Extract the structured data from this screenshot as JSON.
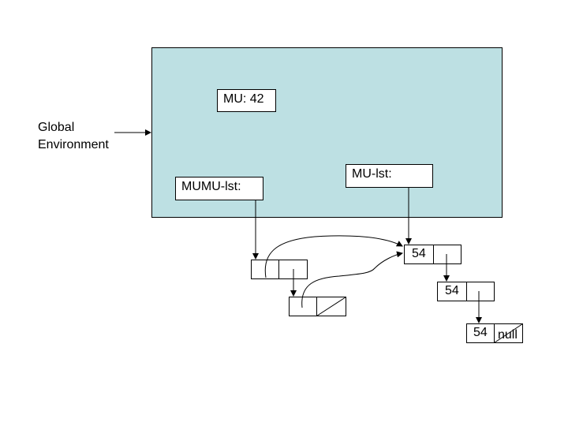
{
  "global_env": {
    "label_line1": "Global",
    "label_line2": "Environment",
    "background_color": "#bde0e3"
  },
  "bindings": {
    "mu": "MU: 42",
    "mumu_lst": "MUMU-lst:",
    "mu_lst": "MU-lst:"
  },
  "list_cells": {
    "first_value": "54",
    "second_value": "54",
    "third_value": "54",
    "null_label": "null"
  }
}
